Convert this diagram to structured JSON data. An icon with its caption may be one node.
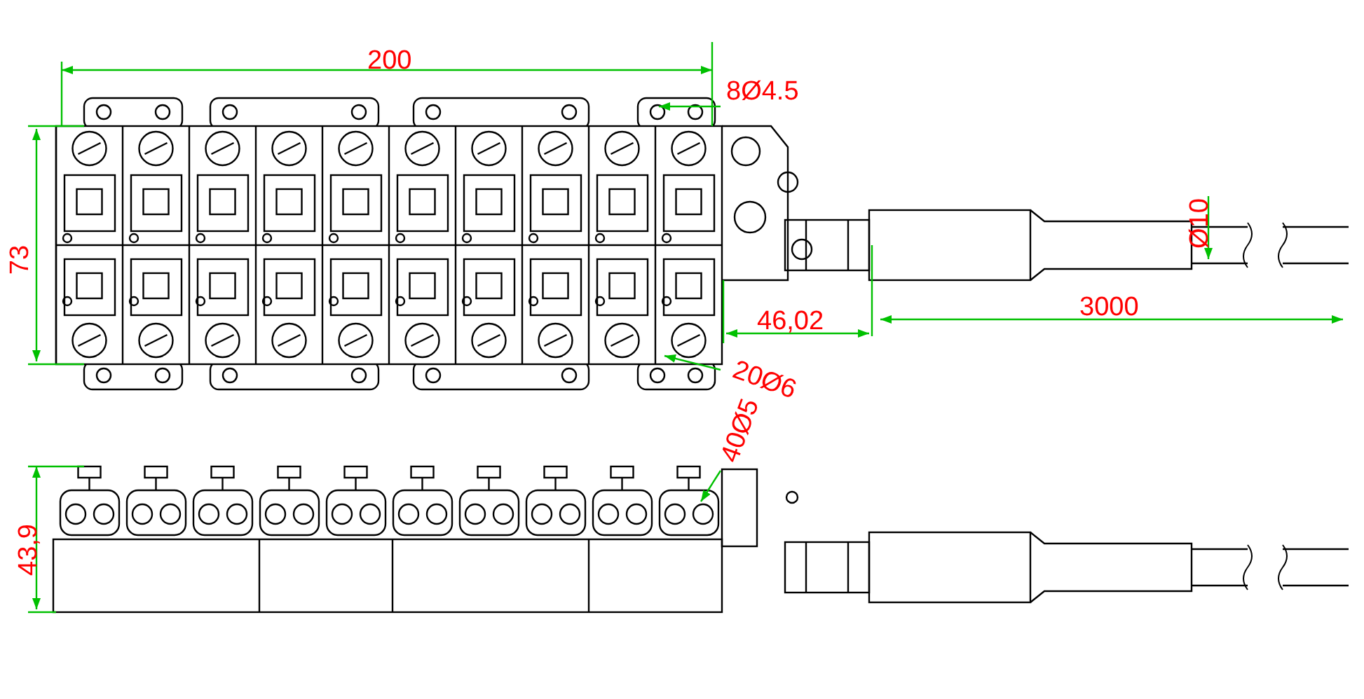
{
  "diagram": {
    "nodes": [
      {
        "text": [
          "8Ø4.5"
        ]
      },
      {
        "text": [
          "20Ø6"
        ]
      },
      {
        "text": [
          "40Ø5"
        ]
      }
    ],
    "edges": [
      {
        "from": 0,
        "to": null,
        "arrow": "to"
      },
      {
        "from": 1,
        "to": null,
        "arrow": "to"
      },
      {
        "from": 2,
        "to": null,
        "arrow": "to"
      }
    ],
    "labels": [
      "200",
      "73",
      "Ø10",
      "3000",
      "46,02",
      "43,9"
    ]
  }
}
